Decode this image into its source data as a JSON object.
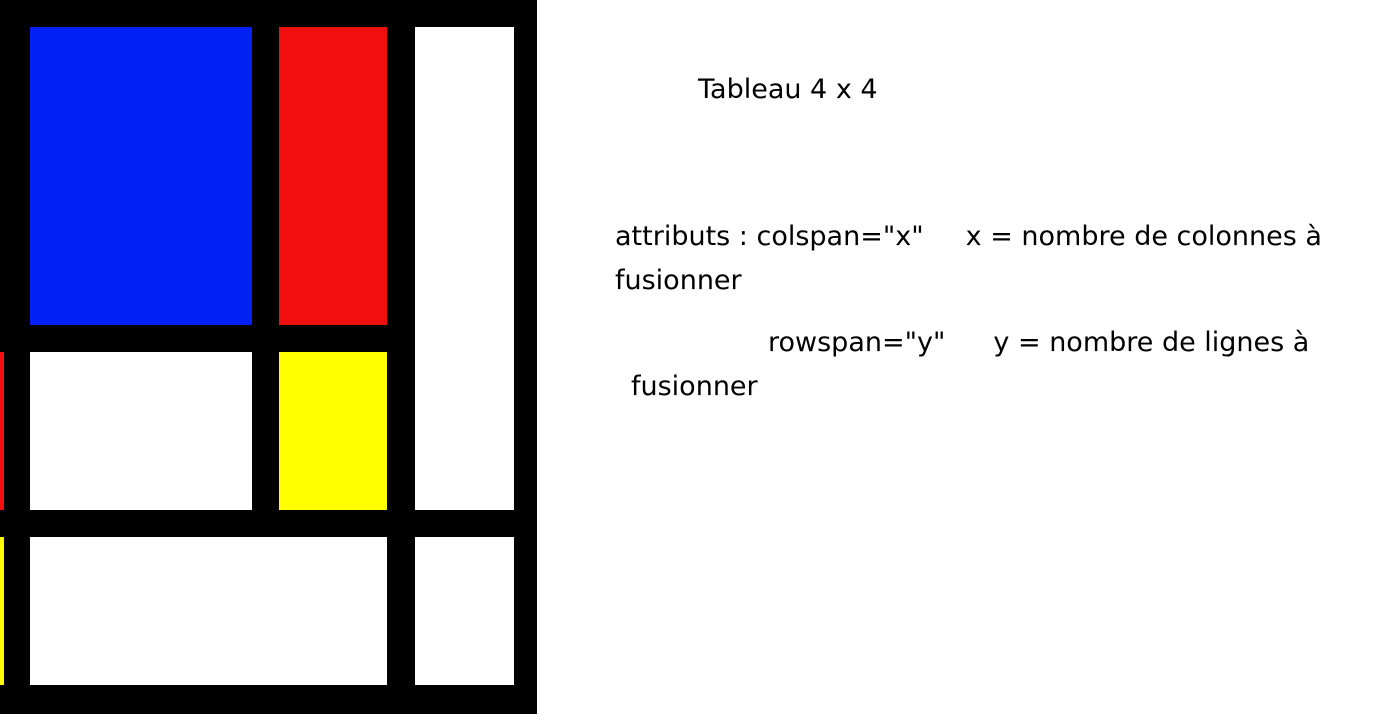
{
  "title": "Tableau 4 x 4",
  "colspan": {
    "attr": "attributs : colspan=\"x\"",
    "desc": "x = nombre de colonnes à",
    "wrap": "fusionner"
  },
  "rowspan": {
    "attr": "rowspan=\"y\"",
    "desc": "y = nombre de lignes à",
    "wrap": "fusionner"
  },
  "colors": {
    "background": "#ffffff",
    "border": "#000000",
    "blue": "#0021f3",
    "red": "#f20f0f",
    "yellow": "#ffff00",
    "white": "#ffffff"
  }
}
